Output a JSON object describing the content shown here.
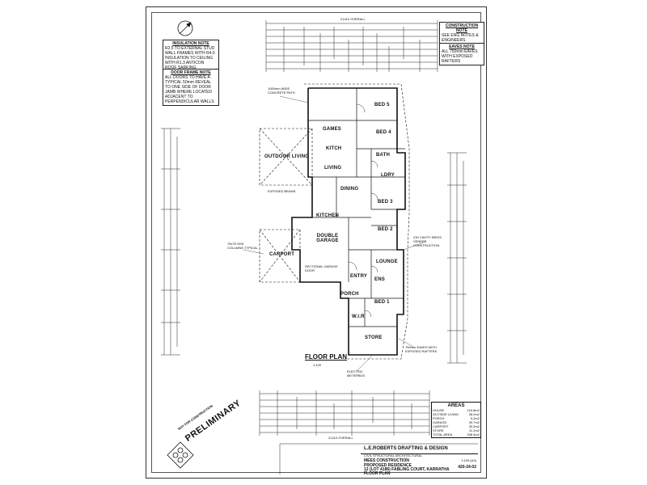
{
  "sheet": {
    "plan_title": "FLOOR PLAN",
    "scale_note": "1:100",
    "overall_label": "OVERALL",
    "overall_dimension": "21410 OVERALL"
  },
  "notes": {
    "insulation": {
      "title": "INSULATION NOTE",
      "body": "R2.5 TO EXTERNAL STUD WALL FRAMES WITH R4.0 INSULATION TO CEILING WITH R1.3 ANTICON ROOF SARKING"
    },
    "door_frame": {
      "title": "DOOR FRAME NOTE",
      "body": "ALL DOORS TO HAVE A TYPICAL 50mm REVEAL TO ONE SIDE OF DOOR JAMB WHERE LOCATED ADJACENT TO PERPENDICULAR WALLS"
    },
    "construction": {
      "title": "CONSTRUCTION NOTE",
      "body": "SEE ENG NOTES & ENGINEERS STRUCTURAL DWGS FOR ALL CONSTRUCTION DETAILS"
    },
    "eaves": {
      "title": "EAVES NOTE",
      "body": "ALL 750mm EAVES WITH EXPOSED RAFTERS"
    }
  },
  "rooms": {
    "bed5": "BED 5",
    "games": "GAMES",
    "bed4": "BED 4",
    "outdoor_living": "OUTDOOR LIVING",
    "kitch": "KITCH",
    "bath": "BATH",
    "living": "LIVING",
    "ldry": "LDRY",
    "dining": "DINING",
    "bed3": "BED 3",
    "kitchen": "KITCHEN",
    "bed2": "BED 2",
    "double_garage": "DOUBLE GARAGE",
    "carport": "CARPORT",
    "lounge": "LOUNGE",
    "entry": "ENTRY",
    "ens": "ENS",
    "porch": "PORCH",
    "bed1": "BED 1",
    "wir": "W.I.R",
    "store": "STORE"
  },
  "callouts": {
    "concrete_path": "1000mm WIDE CONCRETE PATH",
    "exposed_beams": "EXPOSED BEAMS",
    "steel_column": "75x75 SHS COLUMNS TYPICAL",
    "sectional_door": "SECTIONAL GARAGE DOOR",
    "cavity_wall": "230 CAVITY BRICK VENEER CONSTRUCTION",
    "electric_meter": "ELECTRIC METERBOX",
    "eaves_rafters": "750mm EAVES WITH EXPOSED RAFTERS"
  },
  "stamp": {
    "top": "NOT FOR CONSTRUCTION",
    "main": "PRELIMINARY"
  },
  "areas": {
    "title": "AREAS",
    "rows": [
      {
        "label": "HOUSE",
        "value": "215.8m2"
      },
      {
        "label": "OUTSIDE LIVING",
        "value": "36.0m2"
      },
      {
        "label": "PORCH",
        "value": "5.2m2"
      },
      {
        "label": "GARAGE",
        "value": "39.7m2"
      },
      {
        "label": "CARPORT",
        "value": "30.5m2"
      },
      {
        "label": "STORE",
        "value": "11.2m2"
      },
      {
        "label": "TOTAL AREA",
        "value": "338.4m2"
      }
    ]
  },
  "title_block": {
    "firm": "L.E.ROBERTS DRAFTING & DESIGN",
    "firm_sub": "CIVIL STRUCTURAL ARCHITECTURAL",
    "client": "MEES CONSTRUCTION",
    "project": "PROPOSED RESIDENCE",
    "address": "12 (LOT 4186) FABLING COURT, KARRATHA",
    "drawing": "FLOOR PLAN",
    "drawing_no": "420-24-02",
    "scale": "1:100 (A3)"
  }
}
